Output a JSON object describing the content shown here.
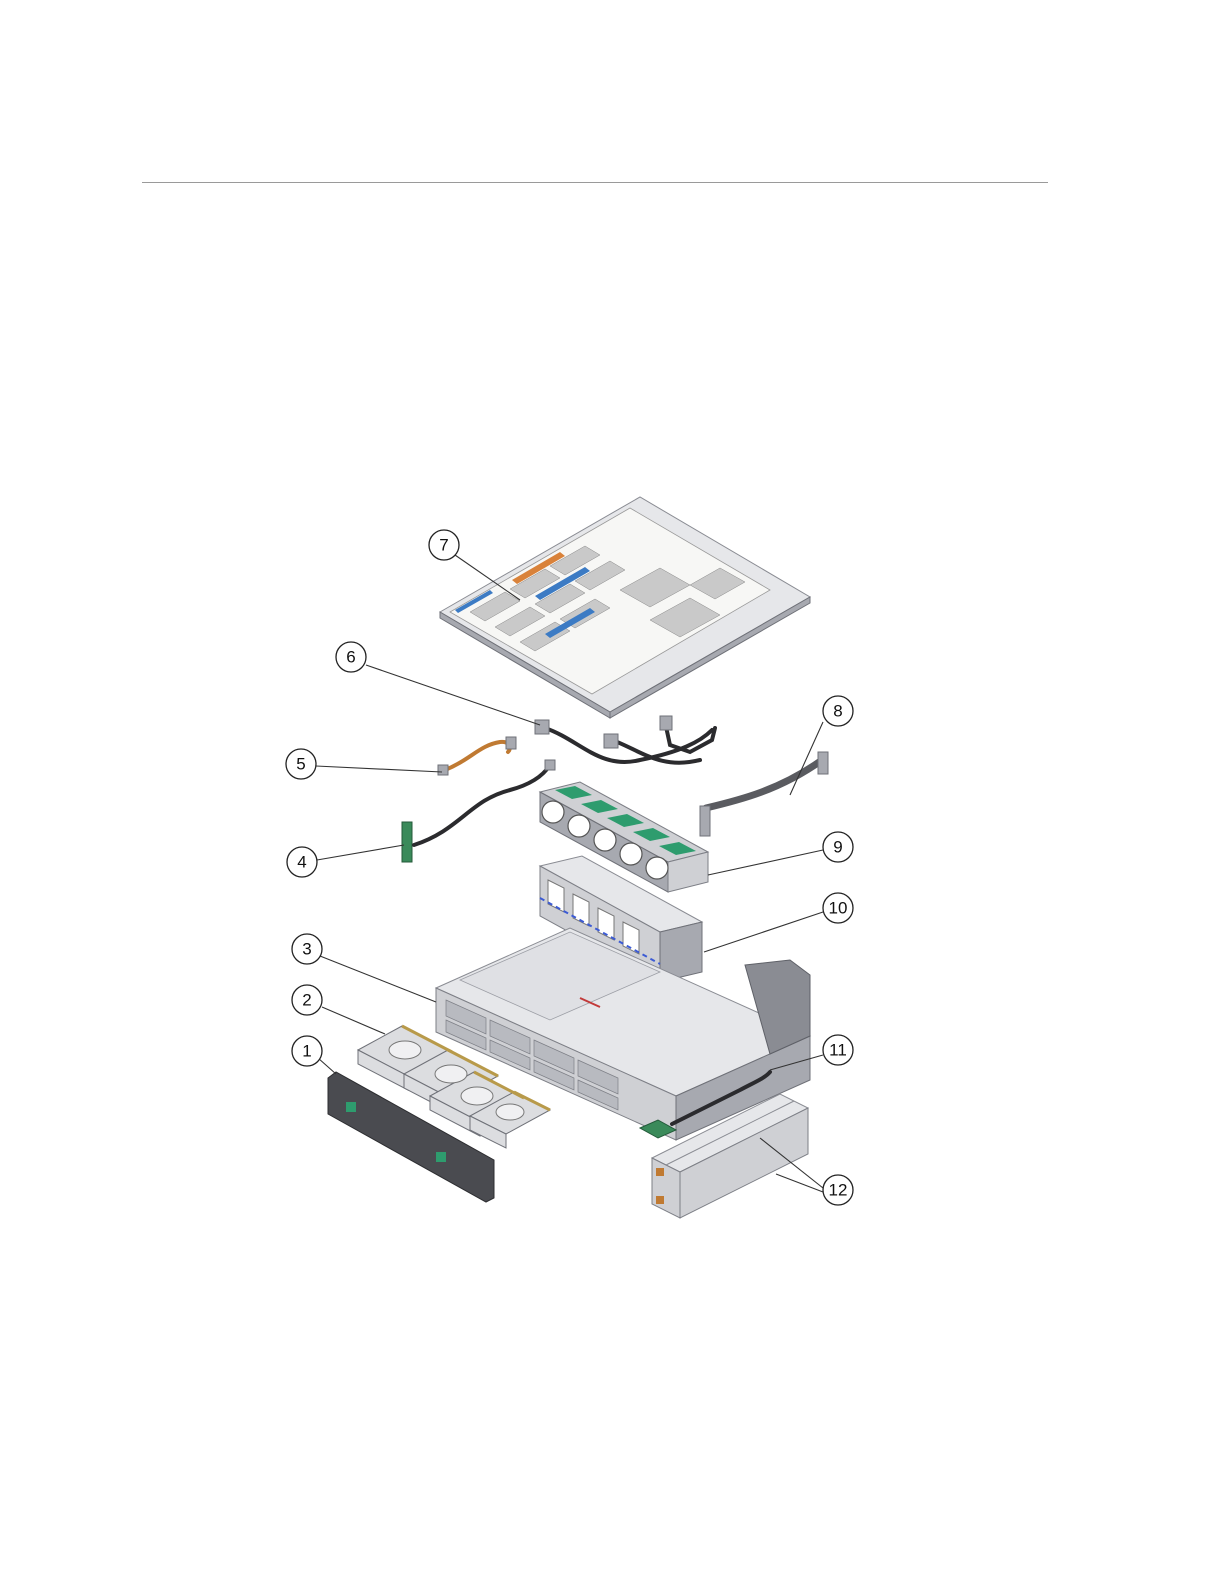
{
  "callouts": [
    {
      "label": "1"
    },
    {
      "label": "2"
    },
    {
      "label": "3"
    },
    {
      "label": "4"
    },
    {
      "label": "5"
    },
    {
      "label": "6"
    },
    {
      "label": "7"
    },
    {
      "label": "8"
    },
    {
      "label": "9"
    },
    {
      "label": "10"
    },
    {
      "label": "11"
    },
    {
      "label": "12"
    }
  ],
  "colors": {
    "rule": "#9a9a9a",
    "chassis_metal": "#cfd0d4",
    "fan_accent": "#2e9c6e",
    "drive_tray": "#b89a4a",
    "cable_orange": "#c07a32",
    "board_green": "#3a8a5a"
  }
}
